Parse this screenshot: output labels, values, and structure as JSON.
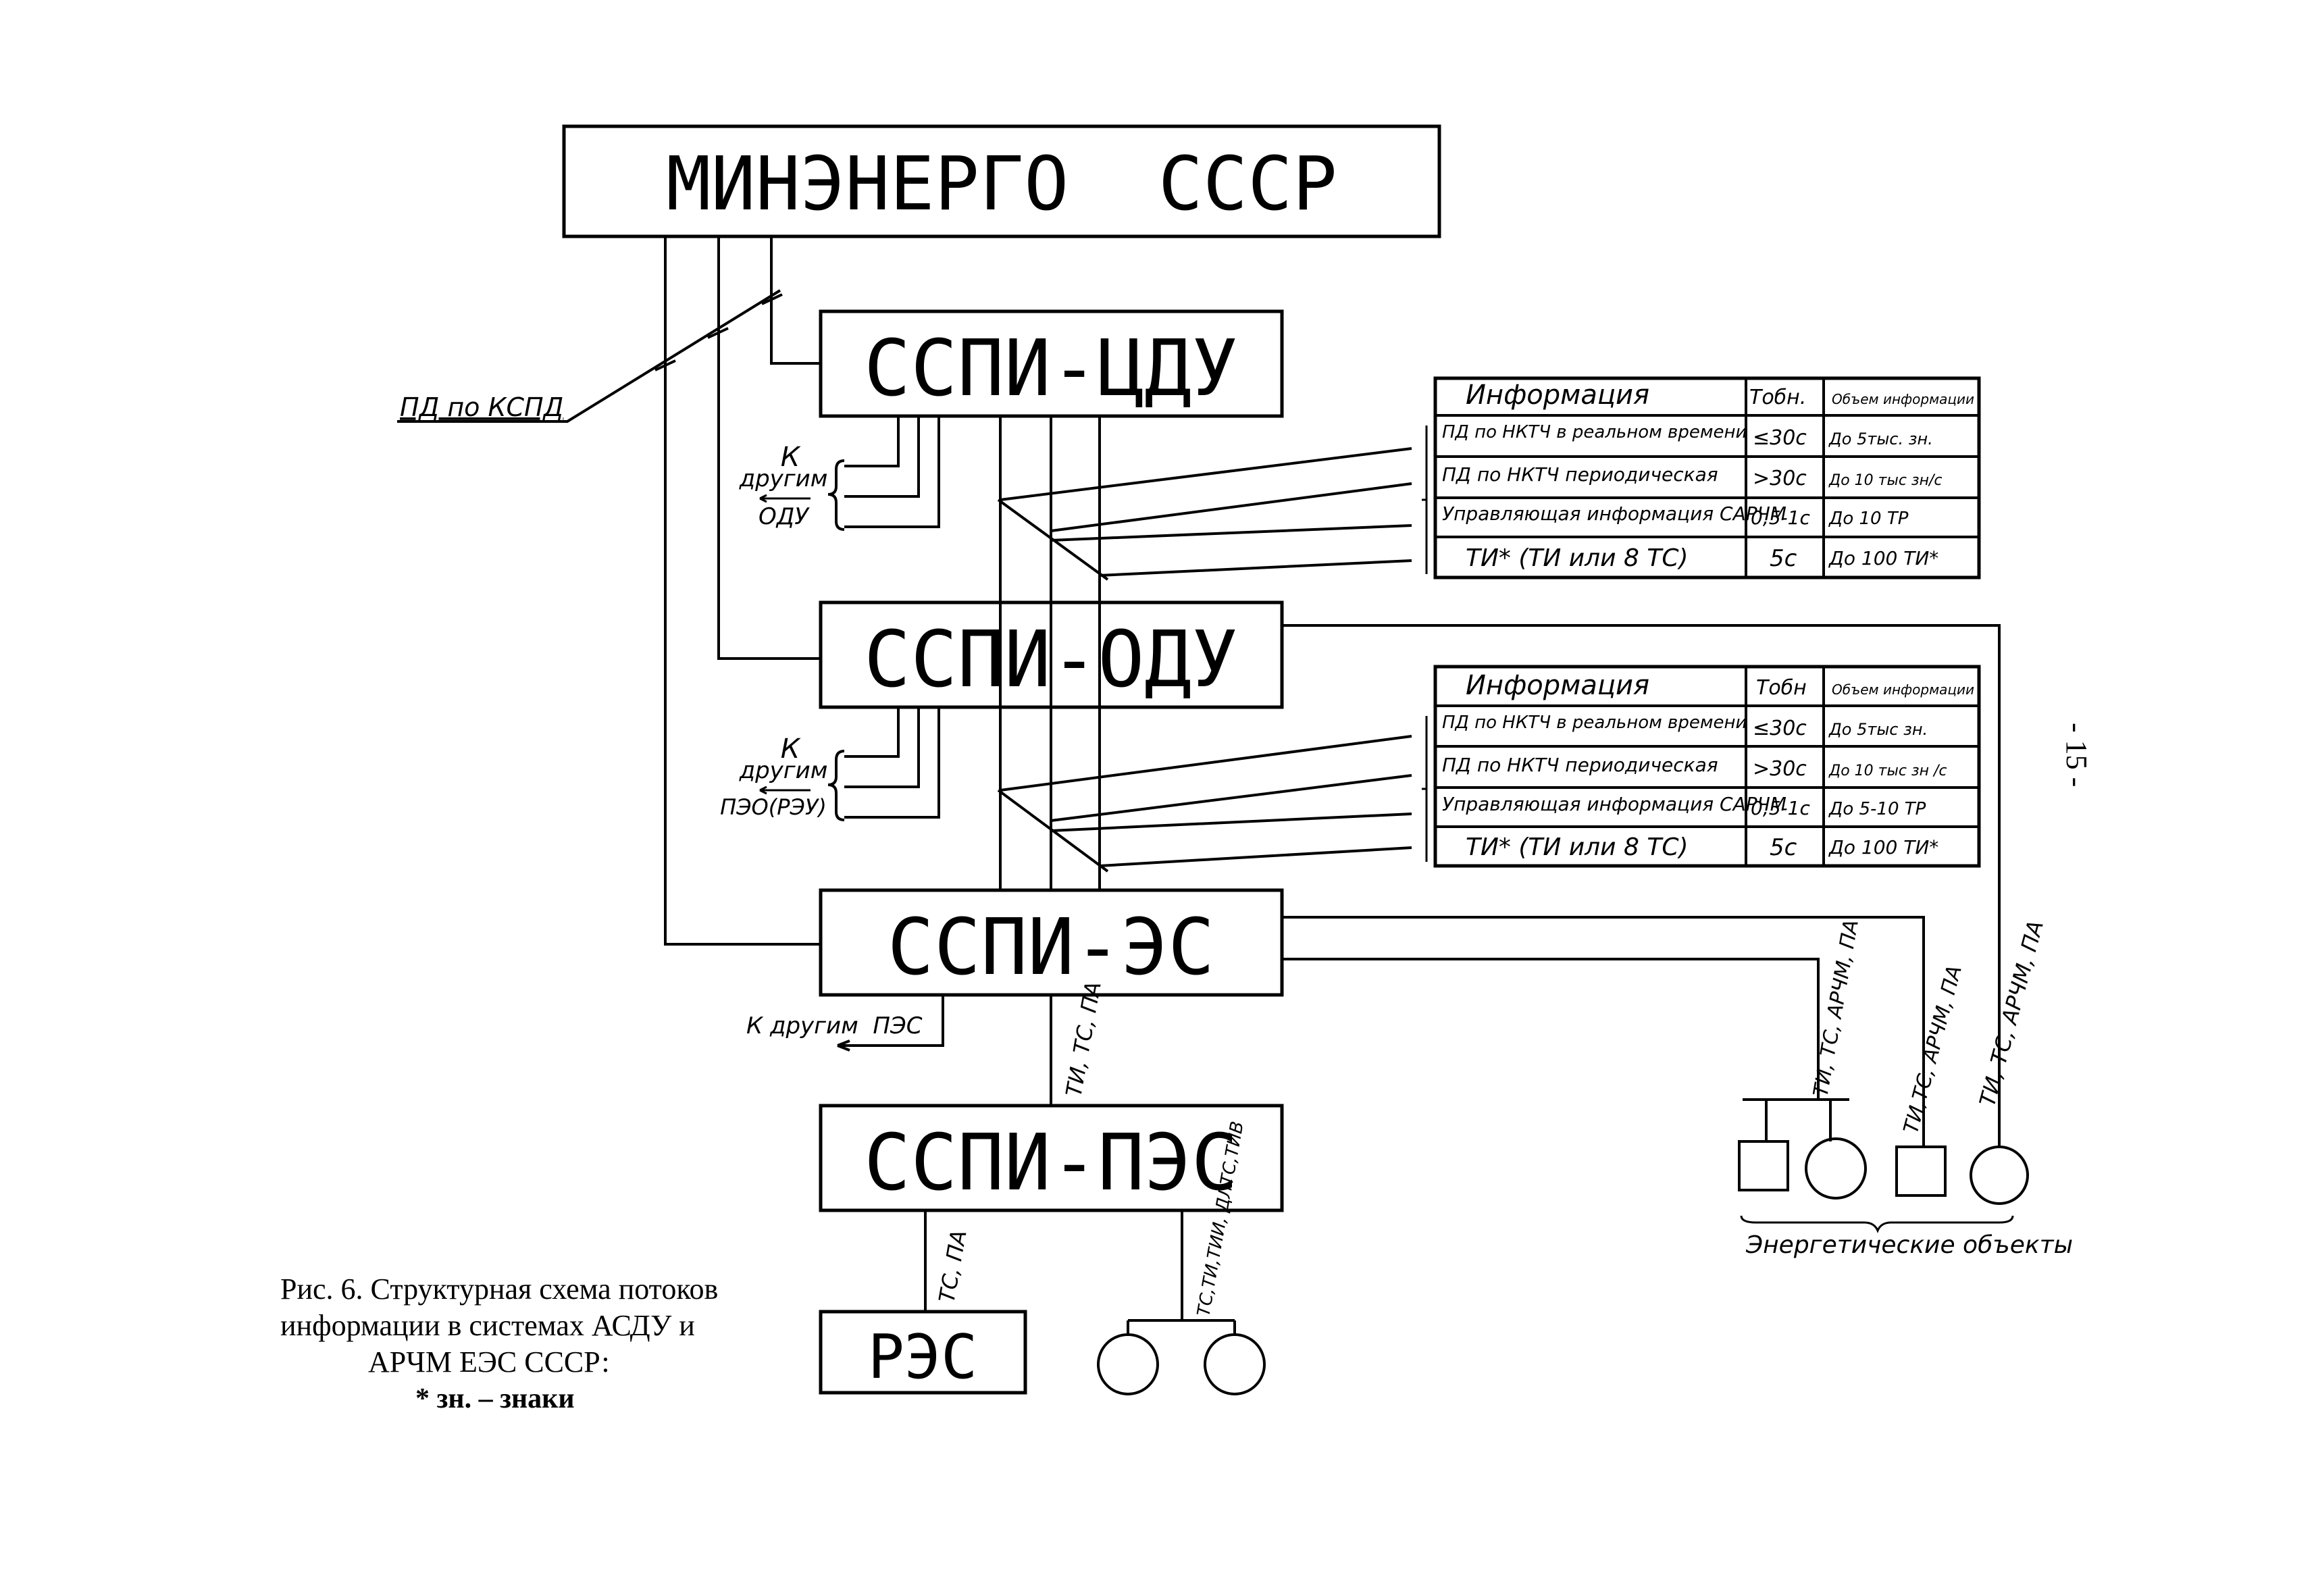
{
  "boxes": {
    "minenergo": "МИНЭНЕРГО  СССР",
    "sspi_cdu": "ССПИ-ЦДУ",
    "sspi_odu": "ССПИ-ОДУ",
    "sspi_es": "ССПИ-ЭС",
    "sspi_pes": "ССПИ-ПЭС",
    "res": "РЭС"
  },
  "labels": {
    "pd_kspd": "ПД по КСПД",
    "k_drugim_odu": [
      "К",
      "другим",
      "ОДУ"
    ],
    "k_drugim_pes_rzu": [
      "К",
      "другим",
      "ПЭО(РЭУ)"
    ],
    "k_drugim_pes": "К другим  ПЭС",
    "es_to_pes": "ТИ, ТС, ПА",
    "pes_to_res": "ТС, ПА",
    "pes_to_objects": "ТС,ТИ,ТИИ, ДЛТС,ТИВ",
    "objects_a": "ТИ, ТС, АРЧМ, ПА",
    "objects_b": "ТИ,ТС, АРЧМ, ПА",
    "objects_c": "ТИ, ТС, АРЧМ, ПА",
    "energy_objects": "Энергетические объекты"
  },
  "table_cdu": {
    "headers": [
      "Информация",
      "Тобн.",
      "Объем информации"
    ],
    "rows": [
      [
        "ПД по НКТЧ в реальном времени",
        "≤30с",
        "До 5тыс. зн."
      ],
      [
        "ПД по НКТЧ периодическая",
        ">30с",
        "До 10 тыс зн/с"
      ],
      [
        "Управляющая информация САРЧМ",
        "0,5-1с",
        "До 10 ТР"
      ],
      [
        "ТИ* (ТИ или 8 ТС)",
        "5с",
        "До 100 ТИ*"
      ]
    ]
  },
  "table_odu": {
    "headers": [
      "Информация",
      "Тобн",
      "Объем информации"
    ],
    "rows": [
      [
        "ПД по НКТЧ в реальном времени",
        "≤30с",
        "До 5тыс зн."
      ],
      [
        "ПД по НКТЧ периодическая",
        ">30с",
        "До 10 тыс зн /с"
      ],
      [
        "Управляющая информация САРЧМ",
        "0,5-1с",
        "До 5-10 ТР"
      ],
      [
        "ТИ* (ТИ или 8 ТС)",
        "5с",
        "До 100 ТИ*"
      ]
    ]
  },
  "caption": {
    "line1": "Рис. 6. Структурная схема потоков",
    "line2": "информации  в системах АСДУ и",
    "line3": "АРЧМ  ЕЭС СССР:",
    "line4": "* зн. – знаки"
  },
  "page_number": "- 15 -"
}
